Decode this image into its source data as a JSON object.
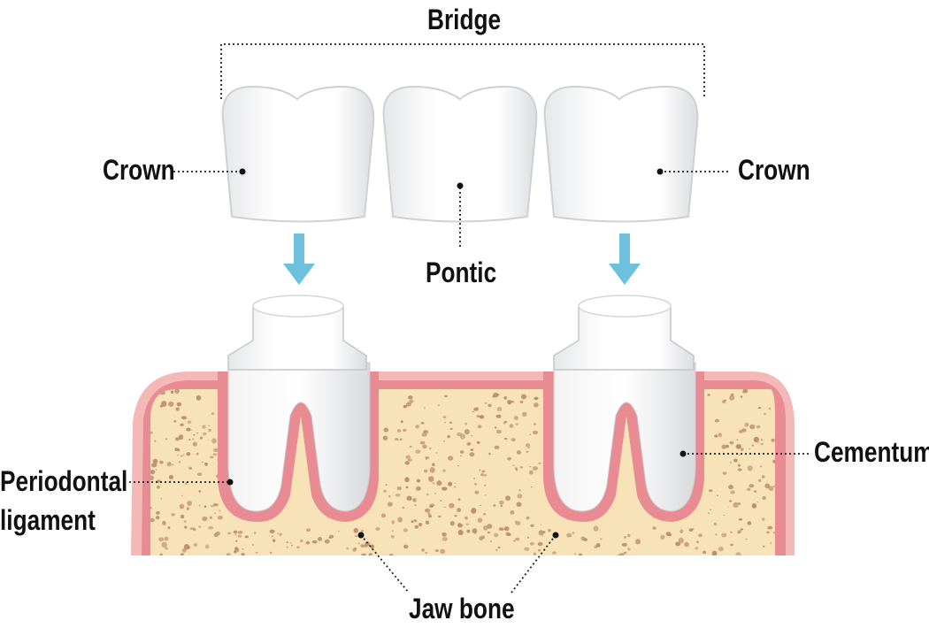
{
  "labels": {
    "bridge": "Bridge",
    "crown_left": "Crown",
    "crown_right": "Crown",
    "pontic": "Pontic",
    "cementum": "Cementum",
    "periodontal_line1": "Periodontal",
    "periodontal_line2": "ligament",
    "jaw_bone": "Jaw bone"
  },
  "colors": {
    "gum": "#e98b93",
    "gum_outer": "#f4b9b6",
    "bone": "#f8e2b8",
    "bone_speckle": "#b9896a",
    "tooth": "#ffffff",
    "tooth_shade": "#e3e4e6",
    "arrow": "#6ec1dc",
    "leader_line": "#222222"
  }
}
